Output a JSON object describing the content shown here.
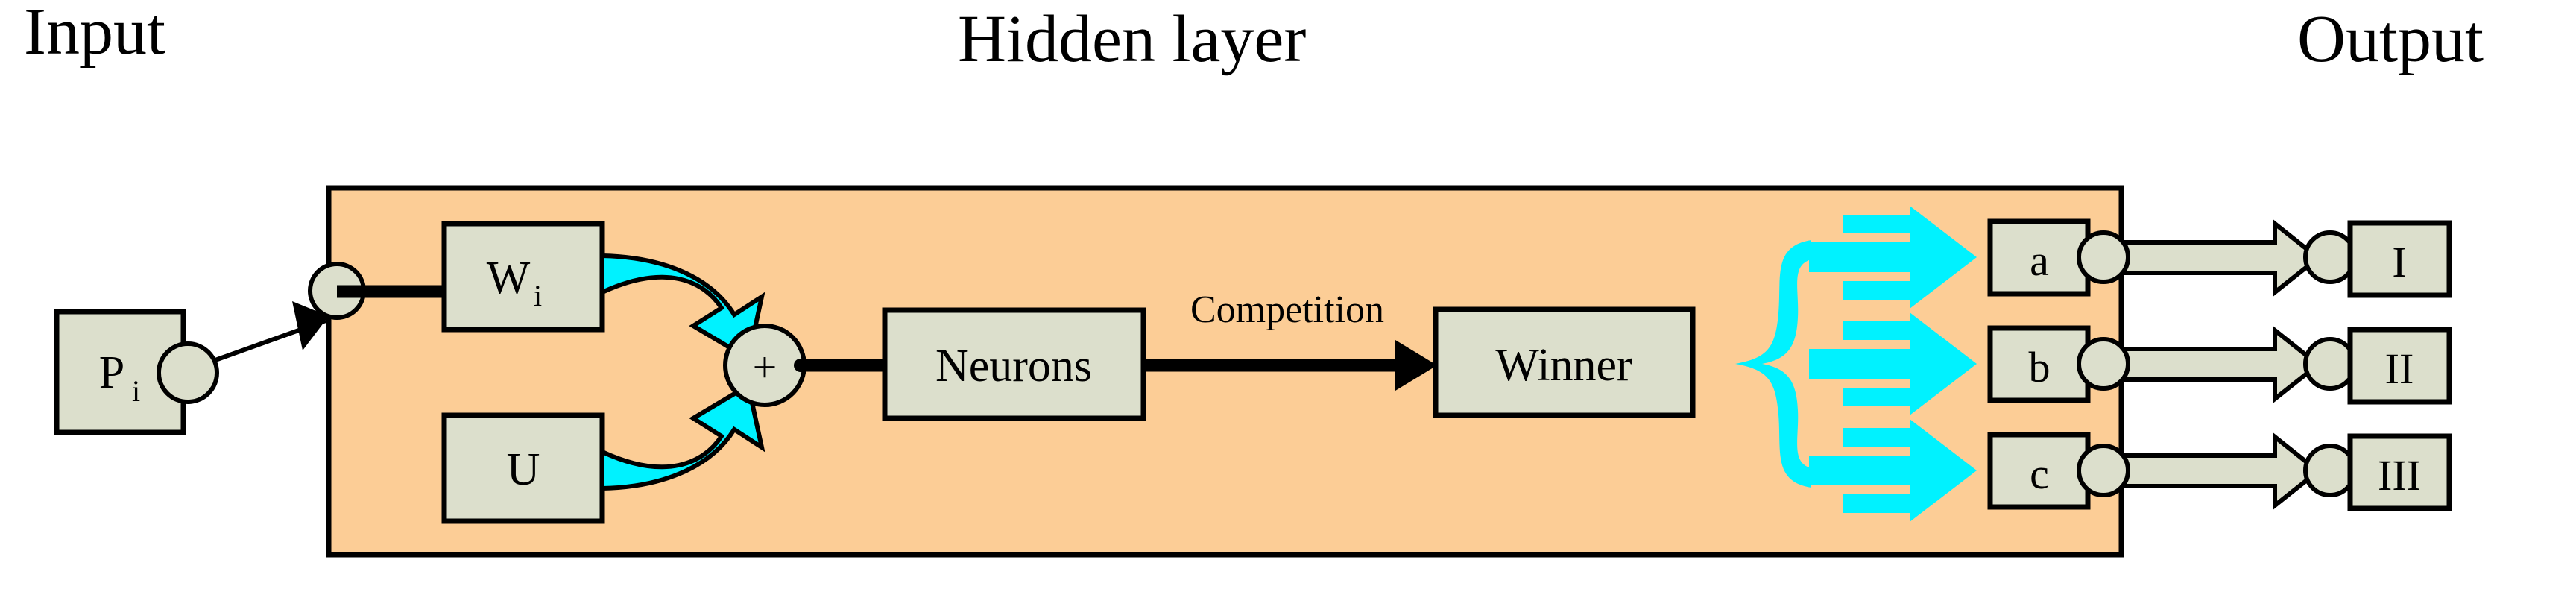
{
  "diagram": {
    "title_input": "Input",
    "title_hidden": "Hidden layer",
    "title_output": "Output",
    "colors": {
      "panel_fill": "#FCCD96",
      "box_fill": "#DCDFCC",
      "arrow_cyan": "#00F2FF",
      "stroke": "#000000",
      "background": "#FFFFFF"
    },
    "input": {
      "node_label": "P",
      "node_subscript": "i"
    },
    "hidden": {
      "weight_label": "W",
      "weight_subscript": "i",
      "bias_label": "U",
      "sum_label": "+",
      "neurons_label": "Neurons",
      "competition_label": "Competition",
      "winner_label": "Winner",
      "winner_outputs": [
        {
          "label": "a"
        },
        {
          "label": "b"
        },
        {
          "label": "c"
        }
      ]
    },
    "output": {
      "nodes": [
        {
          "label": "I"
        },
        {
          "label": "II"
        },
        {
          "label": "III"
        }
      ]
    }
  }
}
